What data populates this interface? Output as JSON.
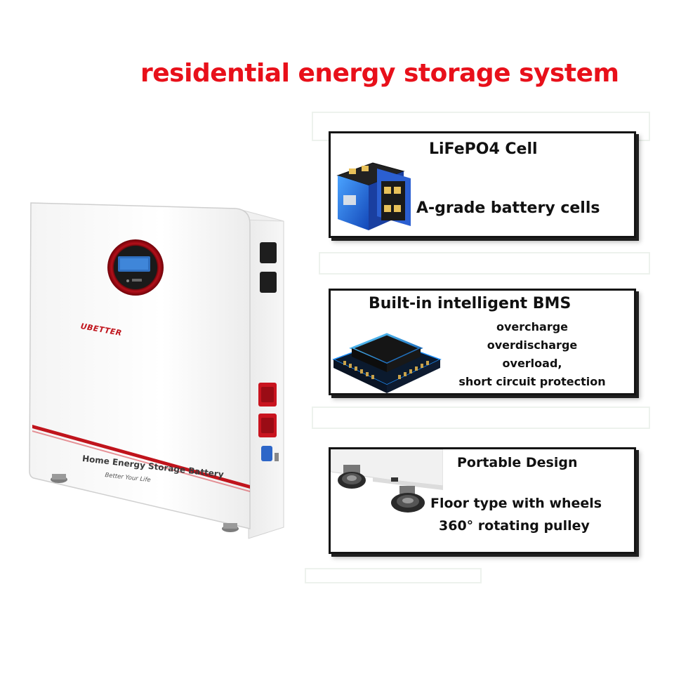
{
  "headline": "residential energy storage system",
  "product": {
    "brand": "UBETTER",
    "title": "Home Energy Storage Battery",
    "tagline": "Better Your Life"
  },
  "features": [
    {
      "title": "LiFePO4 Cell",
      "lines": [
        "A-grade battery cells"
      ],
      "icon": "battery-cells-icon"
    },
    {
      "title": "Built-in intelligent BMS",
      "lines": [
        "overcharge",
        "overdischarge",
        "overload,",
        "short circuit protection"
      ],
      "icon": "bms-chip-icon"
    },
    {
      "title": "Portable Design",
      "lines": [
        "Floor type with wheels",
        "360° rotating pulley"
      ],
      "icon": "caster-wheel-icon"
    }
  ],
  "colors": {
    "headline": "#e8101a",
    "accent_stripe": "#c0141c",
    "card_border": "#141414"
  }
}
